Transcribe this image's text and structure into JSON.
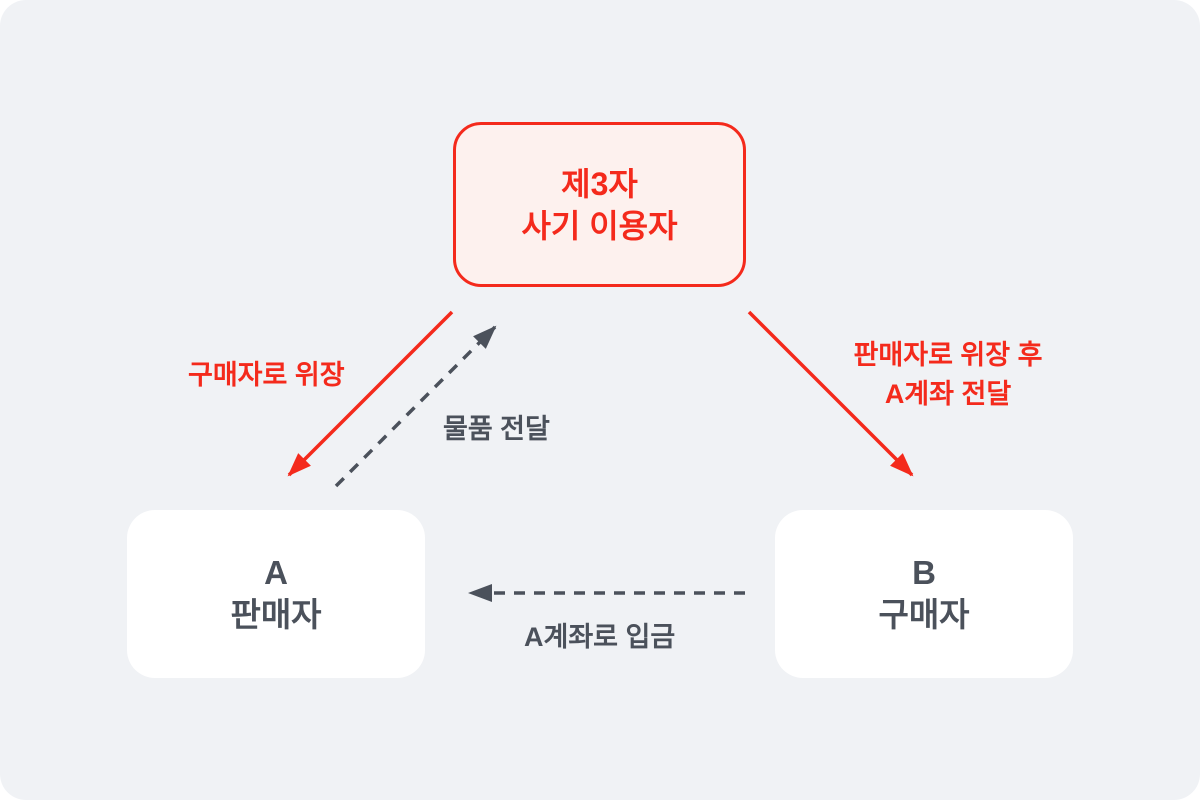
{
  "diagram": {
    "title_semantic": "third-party-fraud-flow",
    "top_box": {
      "line1": "제3자",
      "line2": "사기 이용자"
    },
    "left_box": {
      "line1": "A",
      "line2": "판매자"
    },
    "right_box": {
      "line1": "B",
      "line2": "구매자"
    },
    "labels": {
      "disguise_buyer": "구매자로 위장",
      "item_delivery": "물품 전달",
      "disguise_seller_line1": "판매자로 위장 후",
      "disguise_seller_line2": "A계좌 전달",
      "deposit": "A계좌로 입금"
    },
    "colors": {
      "background": "#f0f2f5",
      "accent_red": "#f42a1c",
      "top_box_fill": "#fdf1ee",
      "dark_slate": "#4b515b",
      "box_white": "#ffffff"
    },
    "arrows": [
      {
        "name": "fraudster-to-seller",
        "style": "solid-red",
        "direction": "down-left"
      },
      {
        "name": "seller-to-fraudster",
        "style": "dashed-dark",
        "direction": "up-right"
      },
      {
        "name": "fraudster-to-buyer",
        "style": "solid-red",
        "direction": "down-right"
      },
      {
        "name": "buyer-to-seller",
        "style": "dashed-dark",
        "direction": "left"
      }
    ]
  }
}
